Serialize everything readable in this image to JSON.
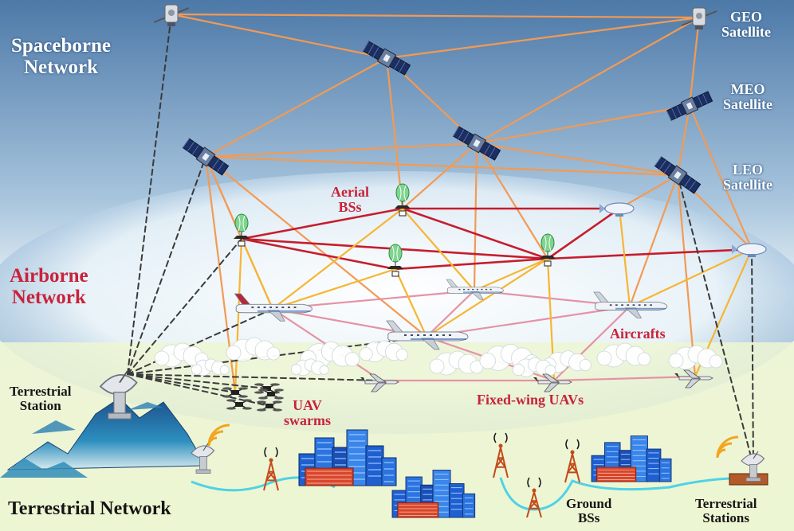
{
  "labels": {
    "spaceborne": [
      "Spaceborne",
      "Network"
    ],
    "geo": [
      "GEO",
      "Satellite"
    ],
    "meo": [
      "MEO",
      "Satellite"
    ],
    "leo": [
      "LEO",
      "Satellite"
    ],
    "aerial_bss": [
      "Aerial",
      "BSs"
    ],
    "airborne": [
      "Airborne",
      "Network"
    ],
    "aircrafts": "Aircrafts",
    "terrestrial_station": [
      "Terrestrial",
      "Station"
    ],
    "uav_swarms": [
      "UAV",
      "swarms"
    ],
    "fixed_wing_uavs": "Fixed-wing UAVs",
    "terrestrial_network": "Terrestrial Network",
    "ground_bss": [
      "Ground",
      "BSs"
    ],
    "terrestrial_stations": [
      "Terrestrial",
      "Stations"
    ]
  },
  "colors": {
    "sky_top": "#4d79a8",
    "sky_mid": "#a9c6de",
    "ground": "#e8f3c8",
    "link_space": "#f39a53",
    "link_air": "#c61d2d",
    "link_feeder": "#f7b531",
    "link_aircraft": "#e592a6",
    "link_ground_dashed": "#3a3a3a",
    "ground_fiber": "#4fd2e6",
    "white_label": "#ffffff",
    "red_label": "#c8233a",
    "black_label": "#151515"
  }
}
